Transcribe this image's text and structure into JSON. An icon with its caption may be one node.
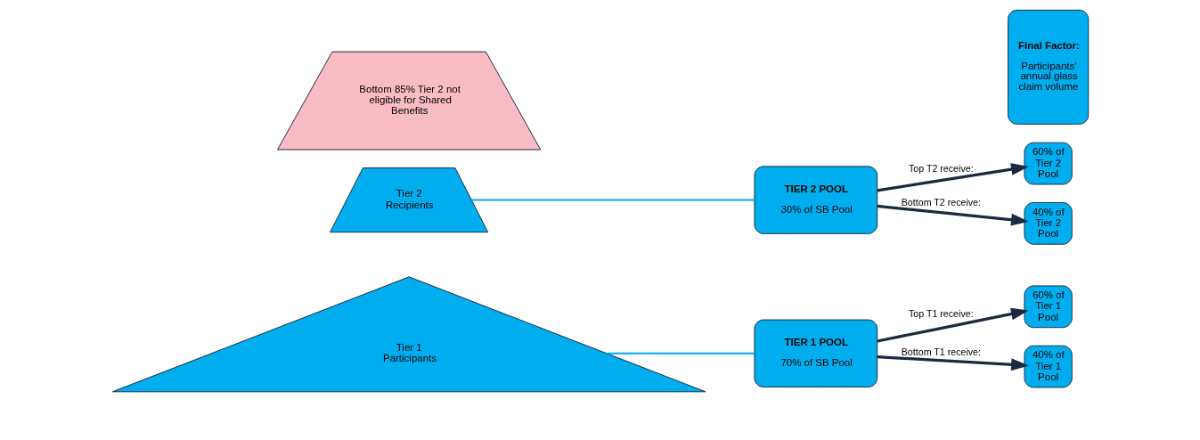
{
  "diagram": {
    "nodes": [
      {
        "text": [
          "Tier 1 Participants"
        ]
      },
      {
        "text": [
          "Tier 2 Recipients"
        ]
      },
      {
        "text": [
          "Bottom 85% Tier 2 not eligible for Shared Benefits"
        ]
      },
      {
        "text": [
          "TIER 1 POOL",
          "70% of SB Pool"
        ]
      },
      {
        "text": [
          "TIER 2 POOL",
          "30% of SB Pool"
        ]
      },
      {
        "text": [
          "60% of Tier 1 Pool"
        ]
      },
      {
        "text": [
          "40% of Tier 1 Pool"
        ]
      },
      {
        "text": [
          "60% of Tier 2 Pool"
        ]
      },
      {
        "text": [
          "40% of Tier 2 Pool"
        ]
      },
      {
        "text": [
          "Final Factor:",
          "Participants’ annual glass claim volume"
        ]
      }
    ],
    "edges": [
      {
        "from": 0,
        "to": 3,
        "arrow": "none",
        "color": "#00a9e8"
      },
      {
        "from": 1,
        "to": 4,
        "arrow": "none",
        "color": "#00a9e8"
      },
      {
        "from": 3,
        "to": 5,
        "arrow": "to",
        "label": "Top T1 receive:"
      },
      {
        "from": 3,
        "to": 6,
        "arrow": "to",
        "label": "Bottom T1 receive:"
      },
      {
        "from": 4,
        "to": 7,
        "arrow": "to",
        "label": "Top T2 receive:"
      },
      {
        "from": 4,
        "to": 8,
        "arrow": "to",
        "label": "Bottom T2 receive:"
      }
    ]
  }
}
